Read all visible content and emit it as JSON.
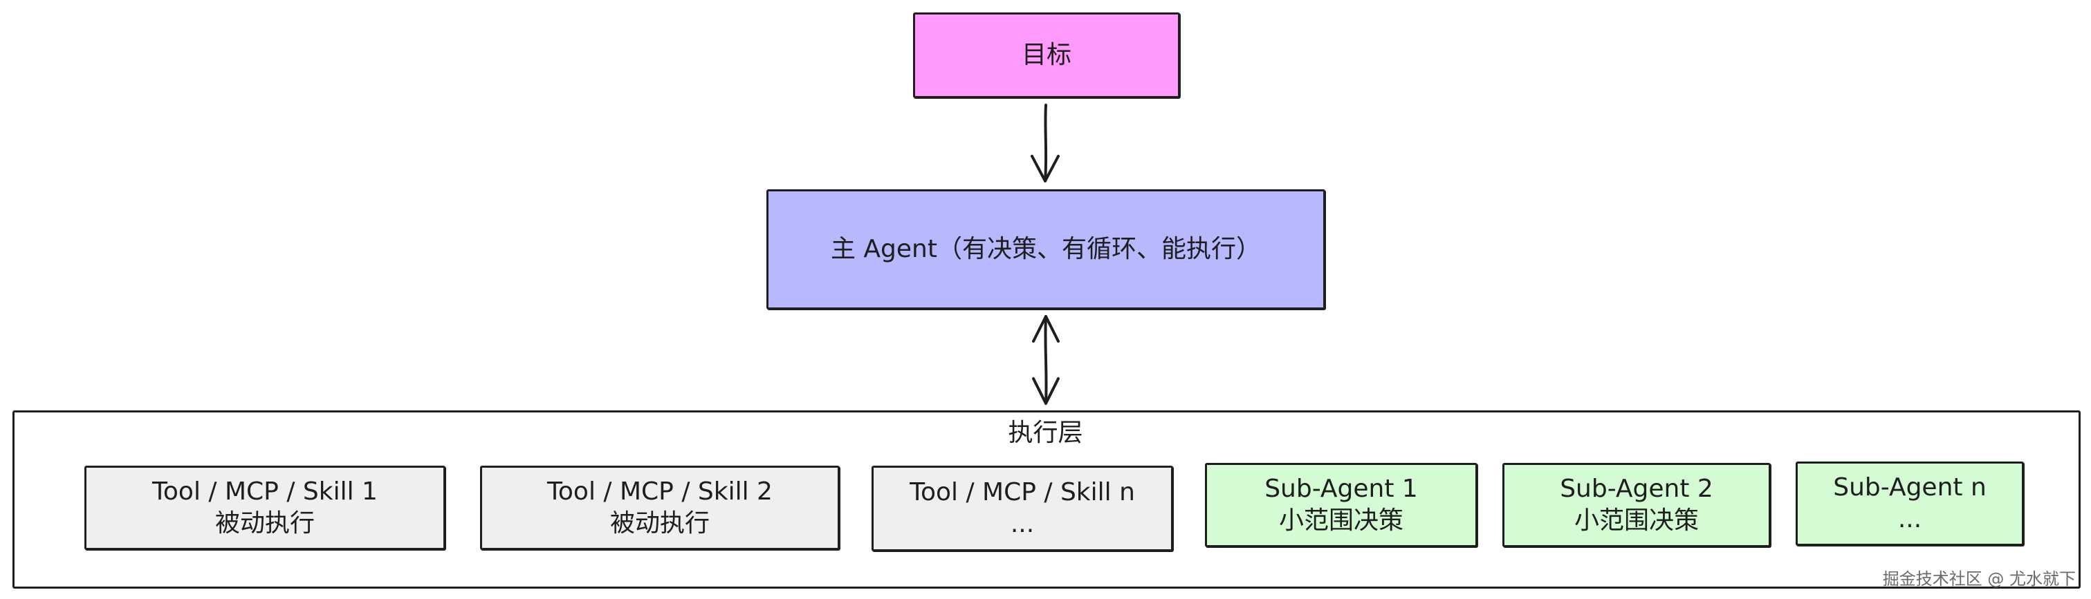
{
  "nodes": {
    "goal": {
      "label": "目标",
      "color": "#ff99fb"
    },
    "main_agent": {
      "label": "主 Agent（有决策、有循环、能执行）",
      "color": "#b8b8ff"
    },
    "execution_layer": {
      "title": "执行层",
      "tools": [
        {
          "label": "Tool / MCP / Skill 1",
          "sub": "被动执行"
        },
        {
          "label": "Tool / MCP / Skill 2",
          "sub": "被动执行"
        },
        {
          "label": "Tool / MCP / Skill n",
          "sub": "..."
        }
      ],
      "sub_agents": [
        {
          "label": "Sub-Agent 1",
          "sub": "小范围决策"
        },
        {
          "label": "Sub-Agent 2",
          "sub": "小范围决策"
        },
        {
          "label": "Sub-Agent n",
          "sub": "..."
        }
      ],
      "tool_color": "#efefef",
      "sub_agent_color": "#d4fbd4"
    }
  },
  "edges": [
    {
      "from": "goal",
      "to": "main_agent",
      "direction": "forward"
    },
    {
      "from": "main_agent",
      "to": "execution_layer",
      "direction": "both"
    }
  ],
  "watermark": "掘金技术社区 @ 尤水就下"
}
